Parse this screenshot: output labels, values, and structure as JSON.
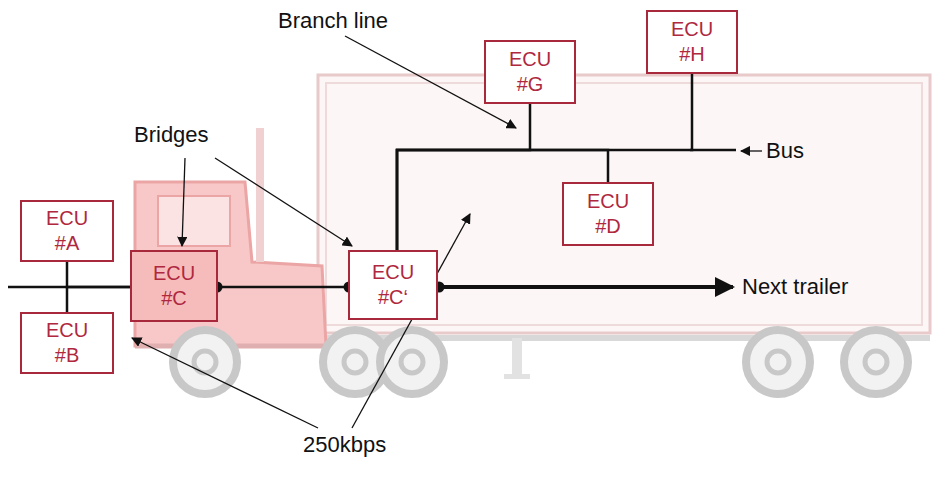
{
  "diagram": {
    "nodes": [
      {
        "text": [
          "ECU #A"
        ]
      },
      {
        "text": [
          "ECU #B"
        ]
      },
      {
        "text": [
          "ECU #C"
        ]
      },
      {
        "text": [
          "ECU #C‘"
        ]
      },
      {
        "text": [
          "ECU #G"
        ]
      },
      {
        "text": [
          "ECU #H"
        ]
      },
      {
        "text": [
          "ECU #D"
        ]
      }
    ],
    "edges": [
      {
        "from": 0,
        "to": 2,
        "arrow": "none"
      },
      {
        "from": 1,
        "to": 2,
        "arrow": "none"
      },
      {
        "from": 2,
        "to": 3,
        "arrow": "none"
      },
      {
        "from": 3,
        "to": 4,
        "arrow": "none"
      },
      {
        "from": 3,
        "to": 5,
        "arrow": "none"
      },
      {
        "from": 3,
        "to": 6,
        "arrow": "none"
      }
    ],
    "labels": [
      "Branch line",
      "Bridges",
      "Bus",
      "Next trailer",
      "250kbps"
    ]
  }
}
